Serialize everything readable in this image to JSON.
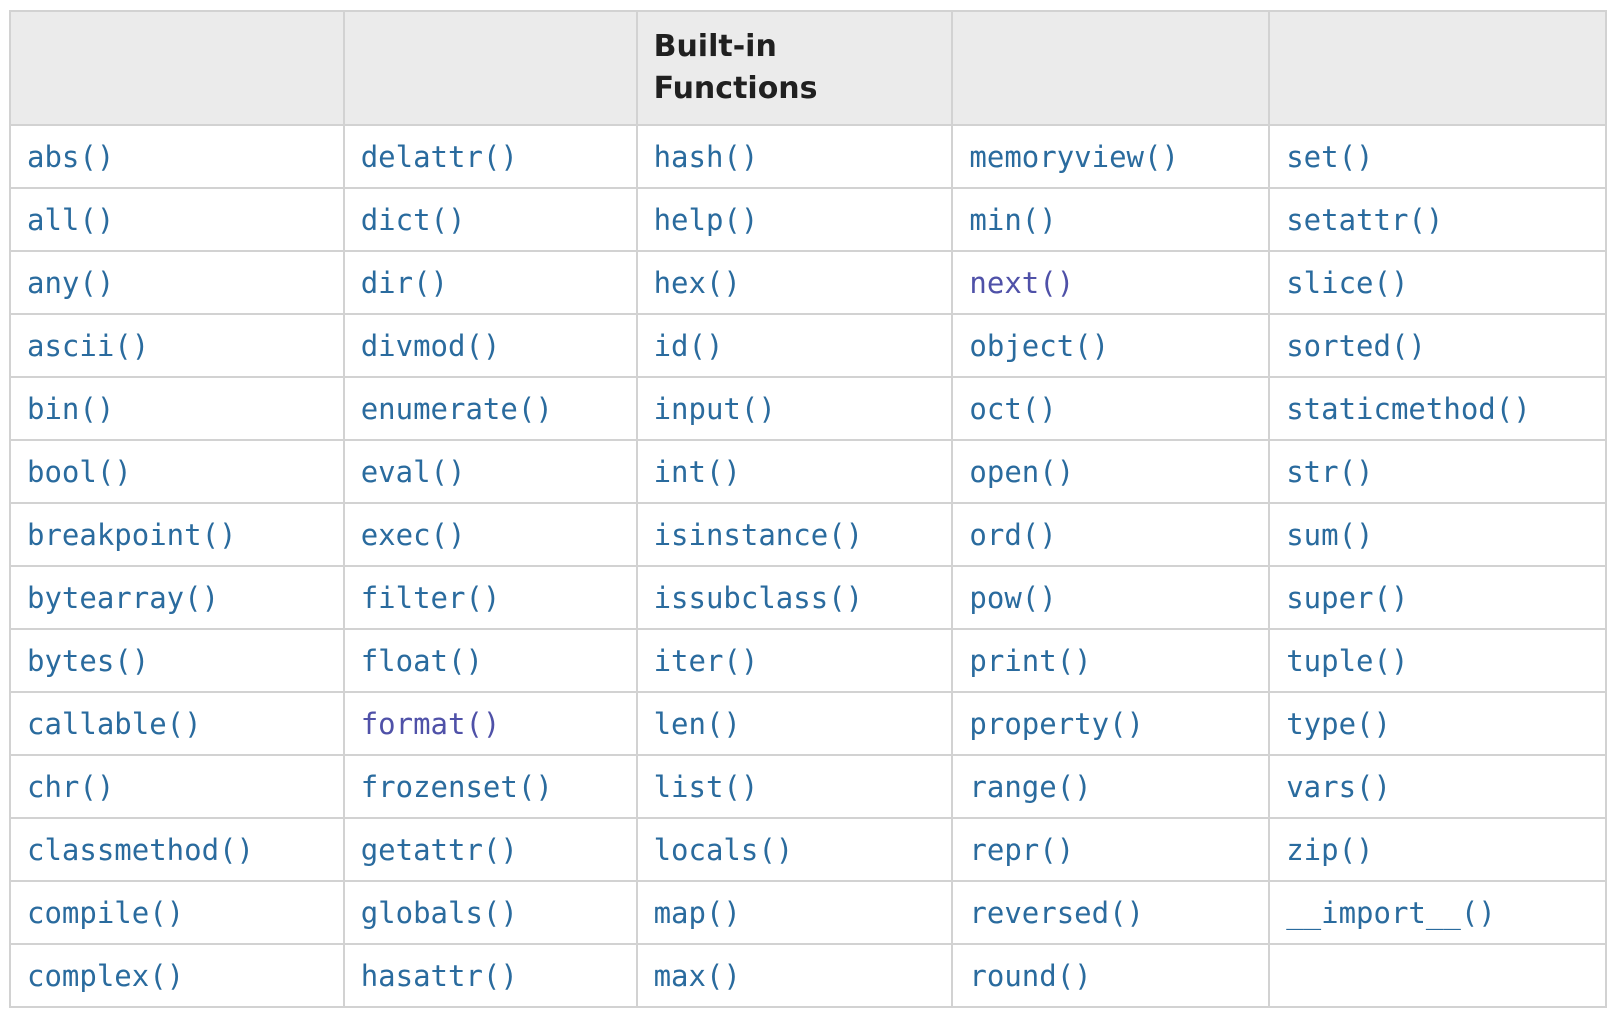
{
  "table": {
    "header": {
      "title": "Built-in Functions"
    },
    "colors": {
      "link": "#2a6b9e",
      "visited_link": "#4f51a8",
      "header_bg": "#ebebeb",
      "header_text": "#202020",
      "border": "#d2d2d2",
      "page_bg": "#ffffff"
    },
    "visited_functions": [
      "next()",
      "format()"
    ],
    "rows": [
      [
        "abs()",
        "delattr()",
        "hash()",
        "memoryview()",
        "set()"
      ],
      [
        "all()",
        "dict()",
        "help()",
        "min()",
        "setattr()"
      ],
      [
        "any()",
        "dir()",
        "hex()",
        "next()",
        "slice()"
      ],
      [
        "ascii()",
        "divmod()",
        "id()",
        "object()",
        "sorted()"
      ],
      [
        "bin()",
        "enumerate()",
        "input()",
        "oct()",
        "staticmethod()"
      ],
      [
        "bool()",
        "eval()",
        "int()",
        "open()",
        "str()"
      ],
      [
        "breakpoint()",
        "exec()",
        "isinstance()",
        "ord()",
        "sum()"
      ],
      [
        "bytearray()",
        "filter()",
        "issubclass()",
        "pow()",
        "super()"
      ],
      [
        "bytes()",
        "float()",
        "iter()",
        "print()",
        "tuple()"
      ],
      [
        "callable()",
        "format()",
        "len()",
        "property()",
        "type()"
      ],
      [
        "chr()",
        "frozenset()",
        "list()",
        "range()",
        "vars()"
      ],
      [
        "classmethod()",
        "getattr()",
        "locals()",
        "repr()",
        "zip()"
      ],
      [
        "compile()",
        "globals()",
        "map()",
        "reversed()",
        "__import__()"
      ],
      [
        "complex()",
        "hasattr()",
        "max()",
        "round()",
        ""
      ]
    ]
  }
}
